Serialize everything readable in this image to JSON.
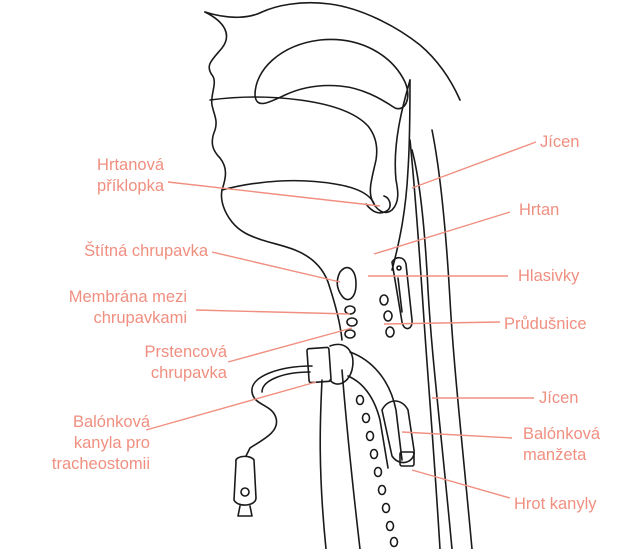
{
  "colors": {
    "label": "#f08f80",
    "outline": "#1a1a1a",
    "background": "#ffffff"
  },
  "labels": {
    "epiglottis": [
      "Hrtanová",
      "příklopka"
    ],
    "thyroid_cartilage": [
      "Štítná chrupavka"
    ],
    "membrane": [
      "Membrána mezi",
      "chrupavkami"
    ],
    "cricoid": [
      "Prstencová",
      "chrupavka"
    ],
    "cannula": [
      "Balónková",
      "kanyla pro",
      "tracheostomii"
    ],
    "esophagus_top": [
      "Jícen"
    ],
    "larynx": [
      "Hrtan"
    ],
    "vocal_cords": [
      "Hlasivky"
    ],
    "trachea": [
      "Průdušnice"
    ],
    "esophagus_bottom": [
      "Jícen"
    ],
    "cuff": [
      "Balónková",
      "manžeta"
    ],
    "cannula_tip": [
      "Hrot kanyly"
    ]
  }
}
